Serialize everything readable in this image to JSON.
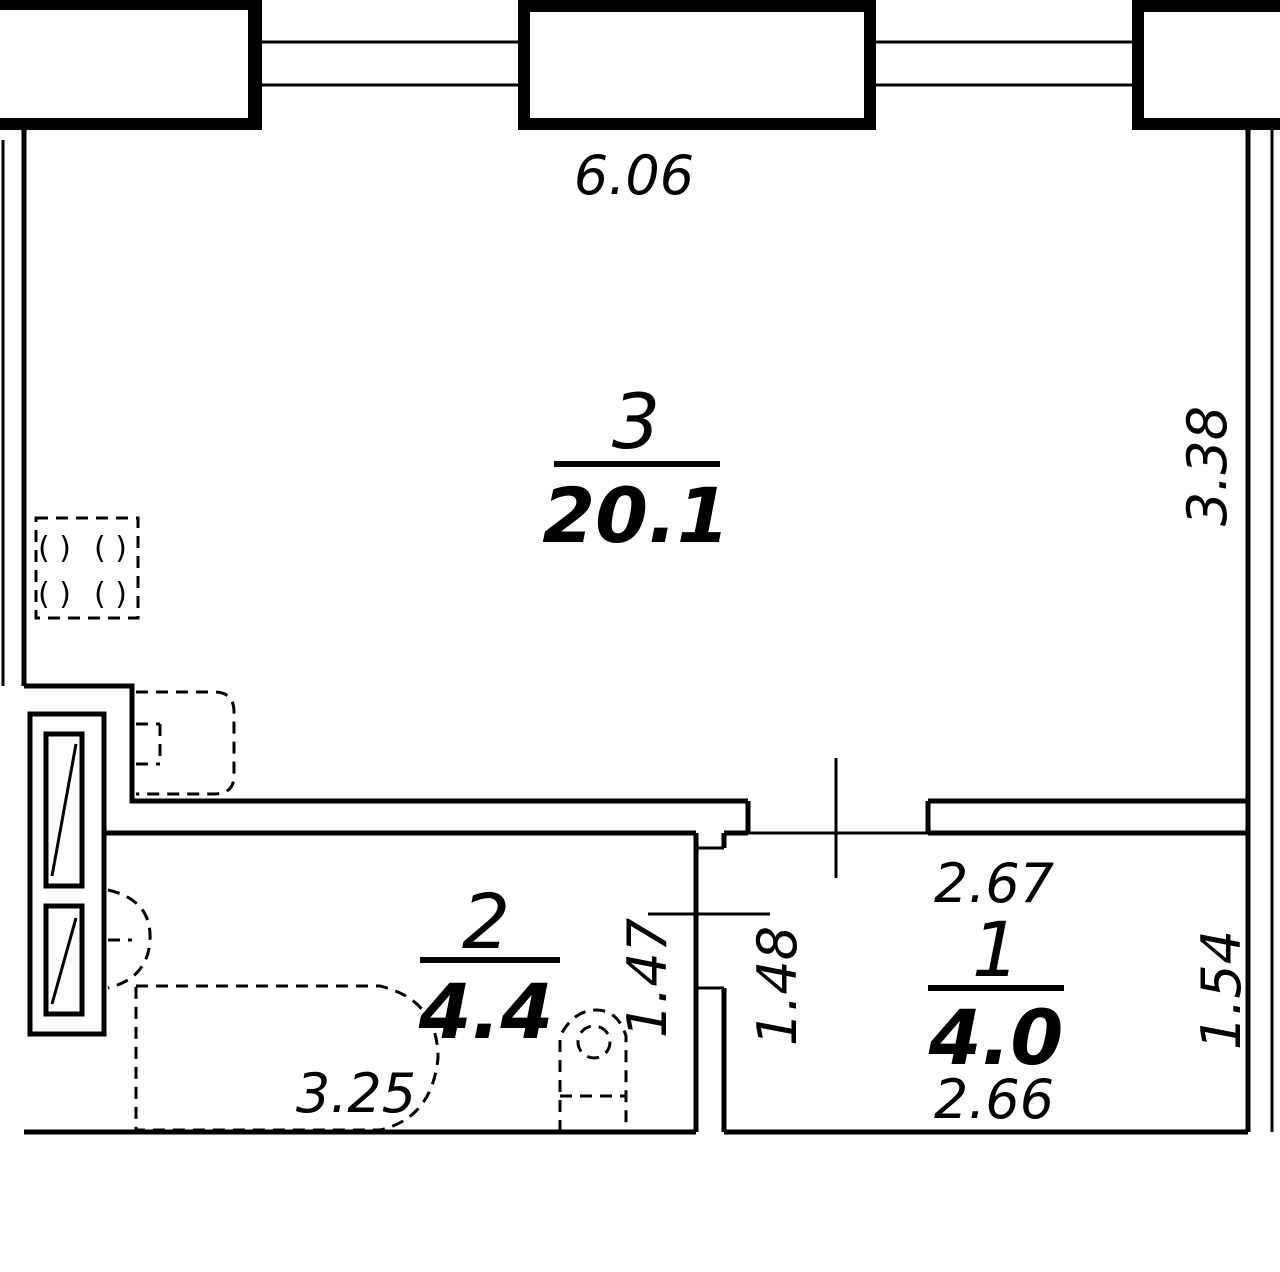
{
  "rooms": [
    {
      "number": "3",
      "area": "20.1"
    },
    {
      "number": "2",
      "area": "4.4"
    },
    {
      "number": "1",
      "area": "4.0"
    }
  ],
  "dimensions": {
    "room3_width": "6.06",
    "room3_depth": "3.38",
    "room2_length": "3.25",
    "room2_width": "1.47",
    "room1_top": "2.67",
    "room1_bottom": "2.66",
    "room1_left": "1.48",
    "room1_right": "1.54"
  },
  "colors": {
    "line": "#000000",
    "background": "#ffffff"
  }
}
